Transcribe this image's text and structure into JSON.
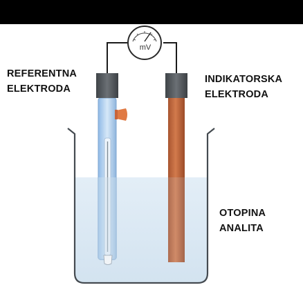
{
  "meter": {
    "unit": "mV"
  },
  "labels": {
    "reference": [
      "REFERENTNA",
      "ELEKTRODA"
    ],
    "indicator": [
      "INDIKATORSKA",
      "ELEKTRODA"
    ],
    "solution": [
      "OTOPINA",
      "ANALITA"
    ]
  },
  "colors": {
    "background": "#000000",
    "panel": "#ffffff",
    "solution": "#dbe9f4",
    "reference_tube": "#b9d6f2",
    "electrode_cap": "#5a5f63",
    "indicator_rod": "#c46a3e",
    "salt_bridge_plug": "#e07a44",
    "wire": "#1a1a1a"
  },
  "icons": {
    "meter": "voltmeter-icon"
  }
}
